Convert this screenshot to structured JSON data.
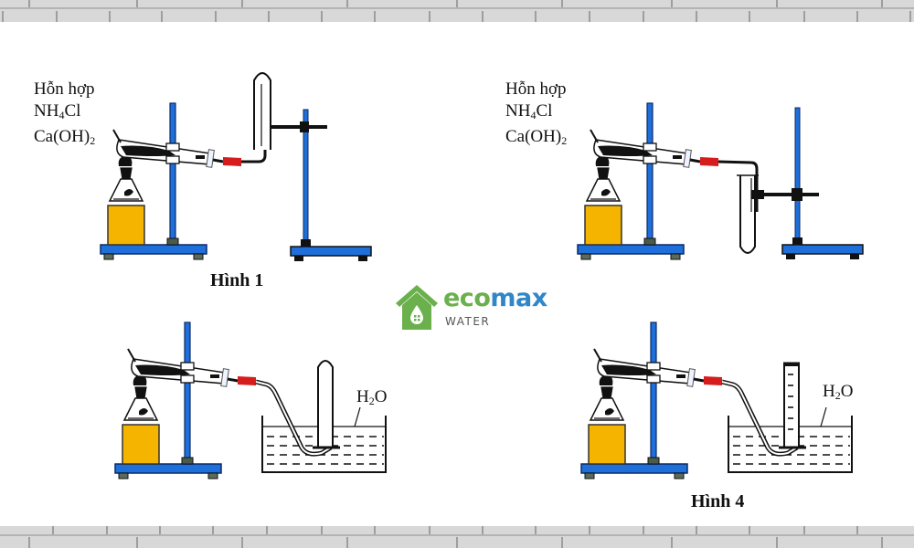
{
  "figure_1": {
    "label_line1": "Hỗn hợp",
    "label_line2_main": "NH",
    "label_line2_sub": "4",
    "label_line2_tail": "Cl",
    "label_line3_main": "Ca(OH)",
    "label_line3_sub": "2",
    "caption": "Hình 1"
  },
  "figure_2": {
    "label_line1": "Hỗn hợp",
    "label_line2_main": "NH",
    "label_line2_sub": "4",
    "label_line2_tail": "Cl",
    "label_line3_main": "Ca(OH)",
    "label_line3_sub": "2"
  },
  "figure_3": {
    "water_main": "H",
    "water_sub": "2",
    "water_tail": "O"
  },
  "figure_4": {
    "water_main": "H",
    "water_sub": "2",
    "water_tail": "O",
    "caption": "Hình 4"
  },
  "logo": {
    "brand_part1": "eco",
    "brand_part2": "max",
    "tagline": "WATER"
  },
  "colors": {
    "stand_blue": "#1e6fd9",
    "burner_orange": "#f5b400",
    "tube_red": "#d61d1d",
    "logo_green": "#6ab04c",
    "logo_blue": "#2f86c9",
    "brick_gray": "#d9d9d9"
  }
}
